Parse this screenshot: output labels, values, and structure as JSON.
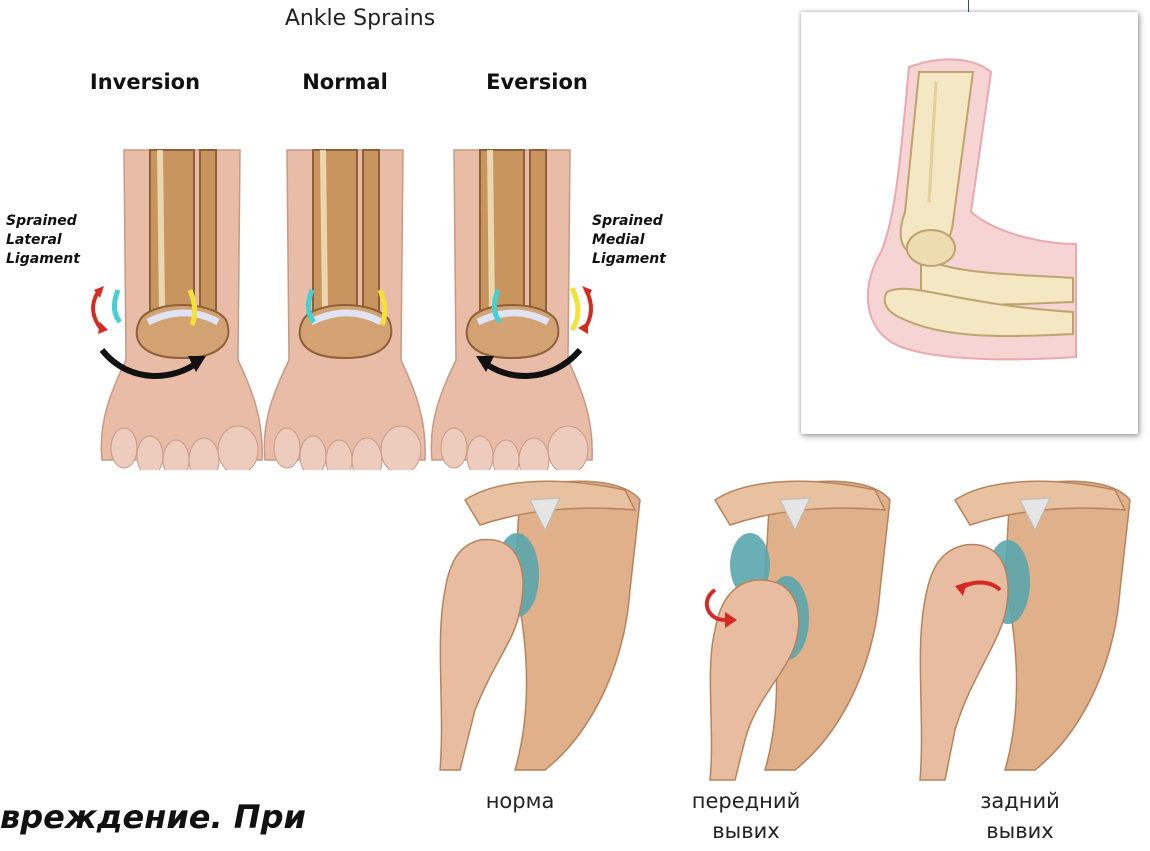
{
  "ankle": {
    "title": "Ankle Sprains",
    "labels": {
      "inversion": "Inversion",
      "normal": "Normal",
      "eversion": "Eversion"
    },
    "lateral_note": [
      "Sprained",
      "Lateral",
      "Ligament"
    ],
    "medial_note": [
      "Sprained",
      "Medial",
      "Ligament"
    ]
  },
  "shoulder": {
    "labels": {
      "normal": "норма",
      "anterior": [
        "передний",
        "вывих"
      ],
      "posterior": [
        "задний",
        "вывих"
      ]
    }
  },
  "bottom_text": "вреждение. При",
  "colors": {
    "skin": "#e8bca6",
    "bone": "#c8955f",
    "bone_light": "#f3e7c4",
    "cartilage": "#5aa6ad",
    "lateral_ligament": "#46d0d6",
    "medial_ligament": "#f2e23a",
    "arrow_red": "#d42a22",
    "arrow_black": "#111111",
    "elbow_skin": "#f6d4d4"
  }
}
